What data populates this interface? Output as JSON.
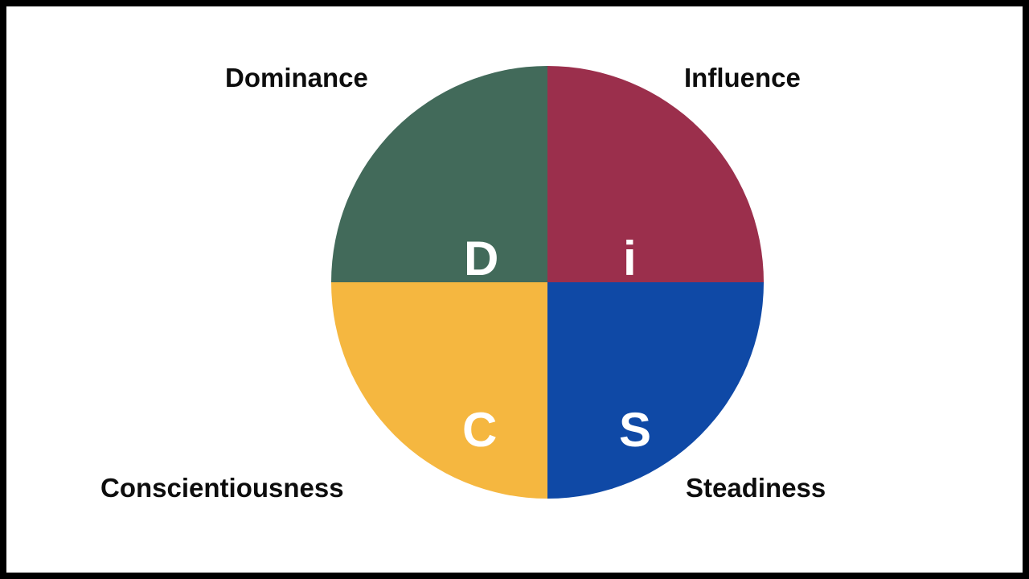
{
  "diagram": {
    "type": "disc-personality-model",
    "shape": "circle-four-quadrants",
    "background_color": "#ffffff",
    "frame_color": "#000000",
    "label_color": "#0d0d0d",
    "letter_color": "#ffffff",
    "quadrants": [
      {
        "key": "d",
        "letter": "D",
        "label": "Dominance",
        "color": "#426a5a",
        "position": "top-left"
      },
      {
        "key": "i",
        "letter": "i",
        "label": "Influence",
        "color": "#9b2f4c",
        "position": "top-right"
      },
      {
        "key": "c",
        "letter": "C",
        "label": "Conscientiousness",
        "color": "#f5b740",
        "position": "bottom-left"
      },
      {
        "key": "s",
        "letter": "S",
        "label": "Steadiness",
        "color": "#0f49a6",
        "position": "bottom-right"
      }
    ]
  }
}
